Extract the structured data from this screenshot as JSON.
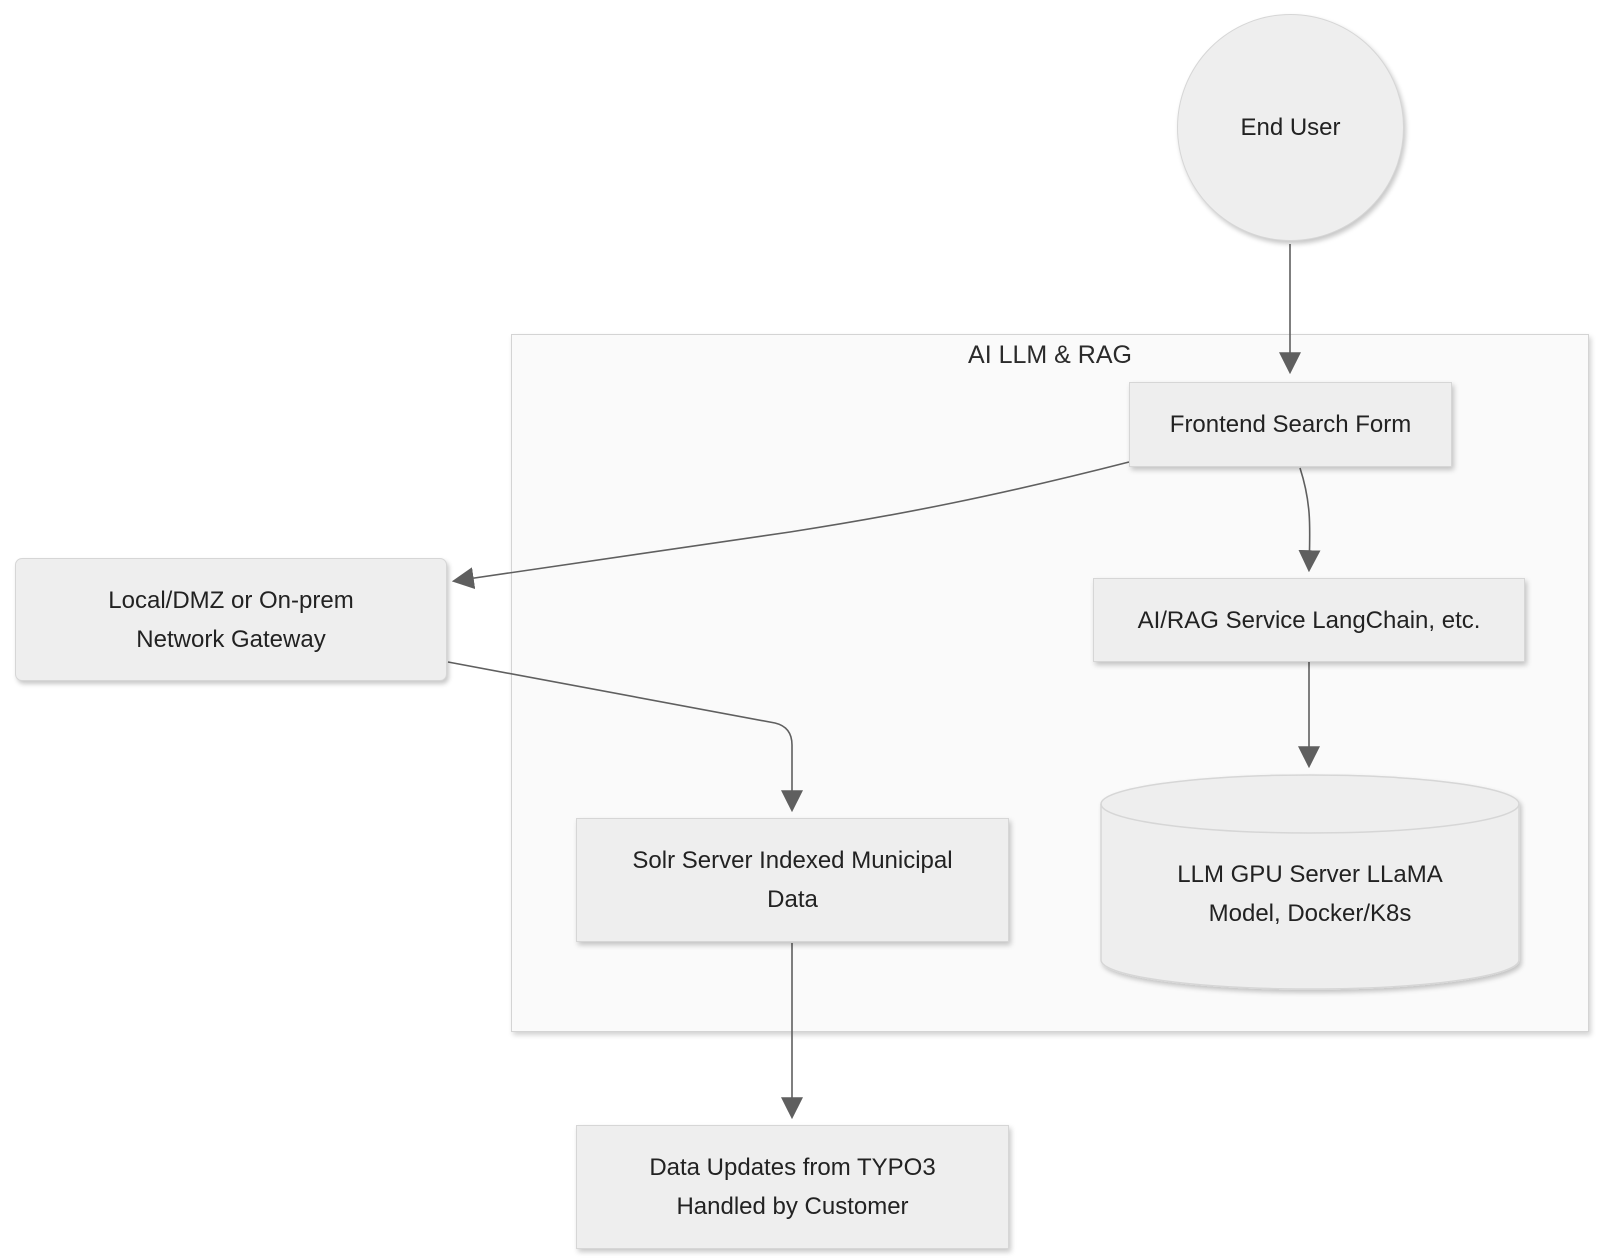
{
  "cluster": {
    "title": "AI LLM & RAG"
  },
  "nodes": {
    "end_user": "End User",
    "frontend_search_form": "Frontend Search Form",
    "gateway": "Local/DMZ or On-prem Network Gateway",
    "ai_rag_service": "AI/RAG Service LangChain, etc.",
    "solr_server": "Solr Server Indexed Municipal Data",
    "llm_gpu_server": "LLM GPU Server LLaMA Model, Docker/K8s",
    "data_updates": "Data Updates from TYPO3 Handled by Customer"
  },
  "edges": [
    {
      "from": "End User",
      "to": "Frontend Search Form"
    },
    {
      "from": "Frontend Search Form",
      "to": "Local/DMZ or On-prem Network Gateway"
    },
    {
      "from": "Frontend Search Form",
      "to": "AI/RAG Service LangChain, etc."
    },
    {
      "from": "Local/DMZ or On-prem Network Gateway",
      "to": "Solr Server Indexed Municipal Data"
    },
    {
      "from": "AI/RAG Service LangChain, etc.",
      "to": "LLM GPU Server LLaMA Model, Docker/K8s"
    },
    {
      "from": "Solr Server Indexed Municipal Data",
      "to": "Data Updates from TYPO3 Handled by Customer"
    }
  ],
  "colors": {
    "node_fill": "#eeeeee",
    "node_border": "#d6d6d6",
    "cluster_fill": "#fafafa",
    "edge": "#5f5f5f"
  }
}
